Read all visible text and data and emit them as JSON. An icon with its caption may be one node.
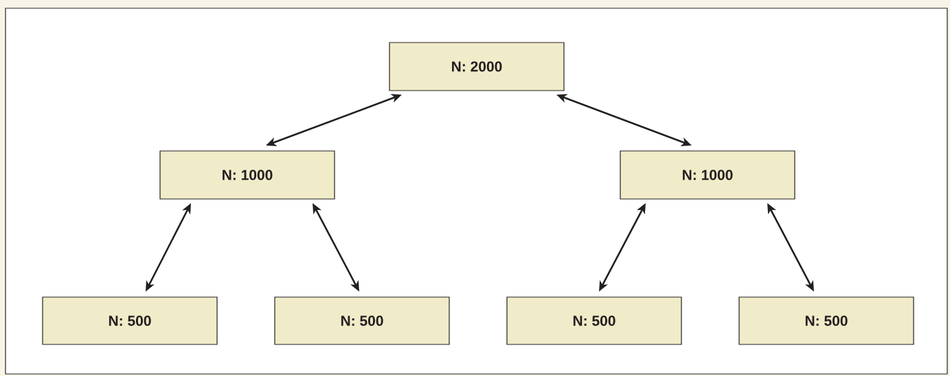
{
  "diagram": {
    "nodes": [
      {
        "text": [
          "N: 2000"
        ]
      },
      {
        "text": [
          "N: 1000"
        ]
      },
      {
        "text": [
          "N: 1000"
        ]
      },
      {
        "text": [
          "N: 500"
        ]
      },
      {
        "text": [
          "N: 500"
        ]
      },
      {
        "text": [
          "N: 500"
        ]
      },
      {
        "text": [
          "N: 500"
        ]
      }
    ],
    "edges": [
      {
        "from": 0,
        "to": 1,
        "arrow": "both"
      },
      {
        "from": 0,
        "to": 2,
        "arrow": "both"
      },
      {
        "from": 1,
        "to": 3,
        "arrow": "both"
      },
      {
        "from": 1,
        "to": 4,
        "arrow": "both"
      },
      {
        "from": 2,
        "to": 5,
        "arrow": "both"
      },
      {
        "from": 2,
        "to": 6,
        "arrow": "both"
      }
    ]
  }
}
